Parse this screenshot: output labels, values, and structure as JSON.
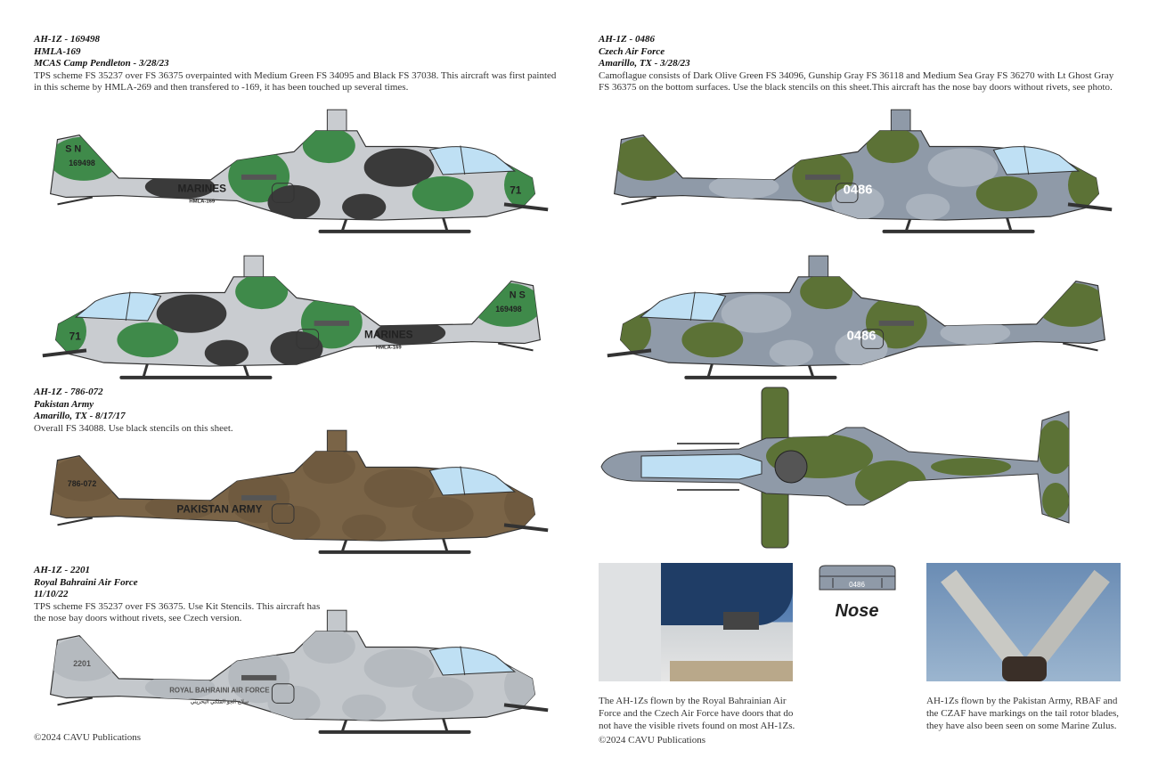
{
  "left": {
    "profile1": {
      "title": "AH-1Z - 169498",
      "unit": "HMLA-169",
      "location": "MCAS Camp Pendleton - 3/28/23",
      "desc1": "TPS scheme FS 35237 over FS 36375 overpainted with Medium Green FS 34095 and Black FS 37038. This aircraft was first painted",
      "desc2": "in this scheme by HMLA-269 and then transfered to -169, it has been touched up several times."
    },
    "profile3": {
      "title": "AH-1Z - 786-072",
      "unit": "Pakistan Army",
      "location": "Amarillo, TX - 8/17/17",
      "desc1": "Overall FS 34088. Use black stencils on this sheet."
    },
    "profile4": {
      "title": "AH-1Z - 2201",
      "unit": "Royal Bahraini Air Force",
      "location": "11/10/22",
      "desc1": "TPS scheme FS 35237 over FS 36375. Use Kit Stencils. This aircraft has",
      "desc2": "the nose bay doors without rivets, see Czech version."
    },
    "copyright": "©2024 CAVU Publications"
  },
  "right": {
    "profile5": {
      "title": "AH-1Z - 0486",
      "unit": "Czech Air Force",
      "location": "Amarillo, TX - 3/28/23",
      "desc1": "Camoflague consists of Dark Olive Green FS 34096, Gunship Gray FS 36118 and Medium Sea Gray FS 36270 with Lt Ghost Gray",
      "desc2": "FS 36375 on the bottom surfaces. Use the black stencils on this sheet.This aircraft has the nose bay doors without rivets, see photo."
    },
    "nose_label": "Nose",
    "nose_serial": "0486",
    "note_left": [
      "The AH-1Zs flown by the Royal Bahrainian Air",
      "Force and the Czech Air Force have doors that do",
      "not have the visible rivets found on most AH-1Zs."
    ],
    "note_right": [
      "AH-1Zs flown by the Pakistan Army, RBAF and",
      "the CZAF have markings on the tail rotor blades,",
      "they have also been seen on some Marine Zulus."
    ],
    "copyright": "©2024 CAVU Publications"
  },
  "helicopters": [
    {
      "id": "h1",
      "base": "#c9ccd0",
      "camo1": "#3f8a4a",
      "camo2": "#3a3a3a",
      "marking": "MARINES",
      "sub": "HMLA-169",
      "serial": "169498",
      "tail": "S N",
      "nose": "71",
      "mark_color": "#222"
    },
    {
      "id": "h2",
      "base": "#c9ccd0",
      "camo1": "#3f8a4a",
      "camo2": "#3a3a3a",
      "marking": "MARINES",
      "sub": "HMLA-169",
      "serial": "169498",
      "tail": "N S",
      "nose": "71",
      "mark_color": "#222"
    },
    {
      "id": "h3",
      "base": "#7a6447",
      "camo1": "#6f5a3f",
      "camo2": "#6f5a3f",
      "marking": "PAKISTAN ARMY",
      "sub": "",
      "serial": "786-072",
      "tail": "",
      "nose": "",
      "mark_color": "#222"
    },
    {
      "id": "h4",
      "base": "#c4c8cc",
      "camo1": "#b5babf",
      "camo2": "#b5babf",
      "marking": "ROYAL BAHRAINI AIR FORCE",
      "sub": "سلاح الجو الملكي البحريني",
      "serial": "2201",
      "tail": "",
      "nose": "",
      "mark_color": "#555"
    },
    {
      "id": "h5",
      "base": "#8f9aa8",
      "camo1": "#5c7236",
      "camo2": "#a9b2bd",
      "marking": "0486",
      "sub": "",
      "serial": "",
      "tail": "",
      "nose": "",
      "mark_color": "#fff"
    },
    {
      "id": "h6",
      "base": "#8f9aa8",
      "camo1": "#5c7236",
      "camo2": "#a9b2bd",
      "marking": "0486",
      "sub": "",
      "serial": "",
      "tail": "",
      "nose": "",
      "mark_color": "#fff"
    }
  ],
  "colors": {
    "canopy": "#bfe0f4",
    "outline": "#333333",
    "olive": "#5c7236",
    "gray": "#8f9aa8"
  }
}
